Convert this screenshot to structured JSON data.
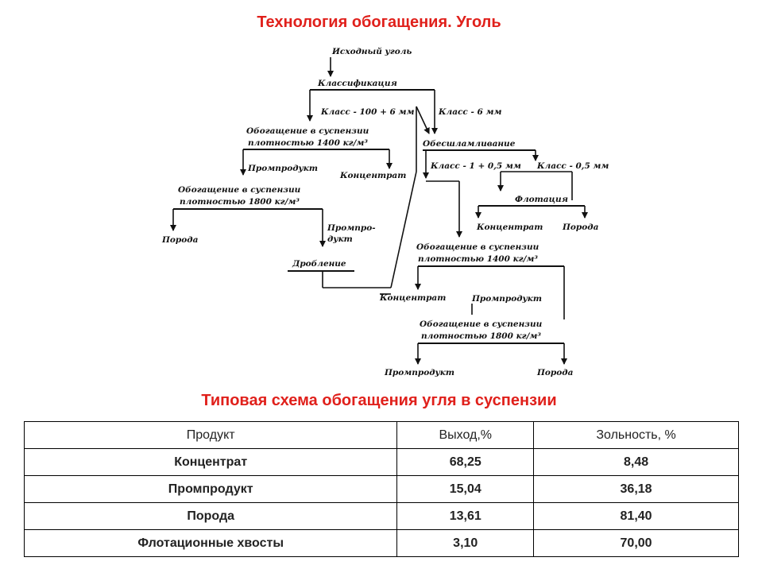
{
  "title": "Технология обогащения. Уголь",
  "subtitle": "Типовая схема обогащения угля в суспензии",
  "diagram": {
    "raw": "Исходный уголь",
    "classification": "Классификация",
    "class_coarse": "Класс - 100 + 6 мм",
    "class_fine": "Класс - 6 мм",
    "sep1_a": "Обогащение в суспензии",
    "sep1_b": "плотностью 1400 кг/м³",
    "desliming": "Обесшламливание",
    "middlings1": "Промпродукт",
    "concentrate1": "Концентрат",
    "class_mid": "Класс - 1 + 0,5 мм",
    "class_slime": "Класс - 0,5 мм",
    "sep2_a": "Обогащение в суспензии",
    "sep2_b": "плотностью 1800 кг/м³",
    "flotation": "Флотация",
    "flot_conc": "Концентрат",
    "flot_tail": "Порода",
    "rock1": "Порода",
    "middlings2_a": "Промпро-",
    "middlings2_b": "дукт",
    "crushing": "Дробление",
    "sep3_a": "Обогащение в суспензии",
    "sep3_b": "плотностью 1400 кг/м³",
    "concentrate2": "Концентрат",
    "middlings3": "Промпродукт",
    "sep4_a": "Обогащение в суспензии",
    "sep4_b": "плотностью 1800 кг/м³",
    "middlings4": "Промпродукт",
    "rock2": "Порода"
  },
  "table": {
    "headers": [
      "Продукт",
      "Выход,%",
      "Зольность, %"
    ],
    "rows": [
      [
        "Концентрат",
        "68,25",
        "8,48"
      ],
      [
        "Промпродукт",
        "15,04",
        "36,18"
      ],
      [
        "Порода",
        "13,61",
        "81,40"
      ],
      [
        "Флотационные хвосты",
        "3,10",
        "70,00"
      ]
    ]
  }
}
